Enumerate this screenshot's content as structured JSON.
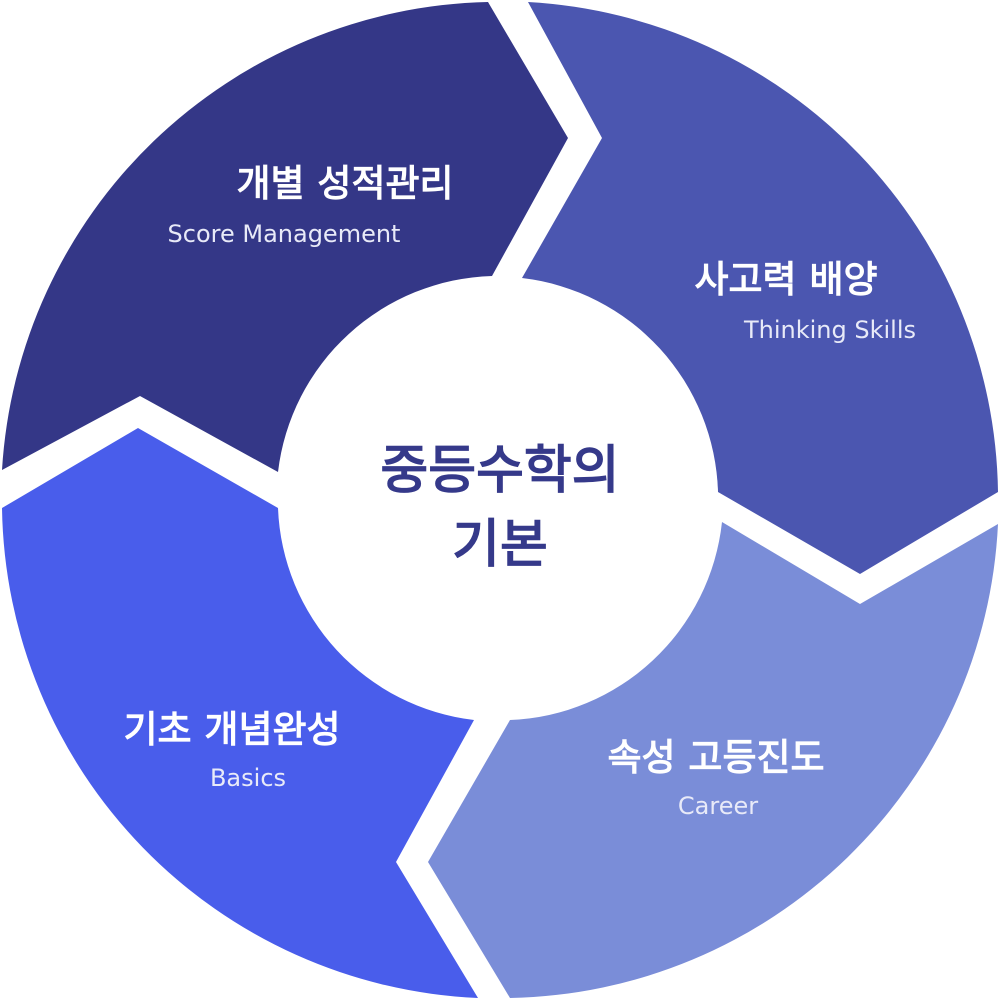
{
  "diagram": {
    "center": {
      "line1": "중등수학의",
      "line2": "기본",
      "color": "#35398a"
    },
    "segments": [
      {
        "id": "score",
        "title": "개별 성적관리",
        "subtitle": "Score Management",
        "color": "#343787"
      },
      {
        "id": "thinking",
        "title": "사고력 배양",
        "subtitle": "Thinking Skills",
        "color": "#4b56b0"
      },
      {
        "id": "career",
        "title": "속성 고등진도",
        "subtitle": "Career",
        "color": "#7a8dd8"
      },
      {
        "id": "basics",
        "title": "기초 개념완성",
        "subtitle": "Basics",
        "color": "#495deb"
      }
    ]
  }
}
